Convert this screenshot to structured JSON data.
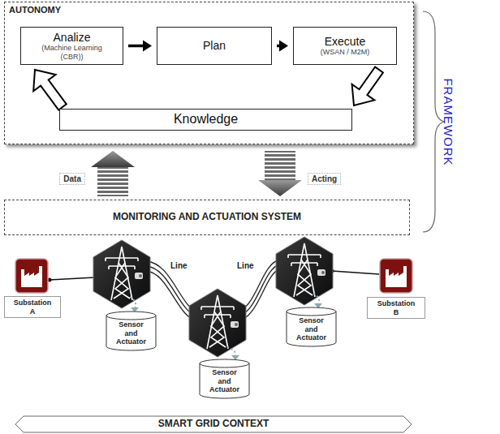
{
  "diagram": {
    "nodes": [
      {
        "text": [
          "AUTONOMY"
        ]
      },
      {
        "text": [
          "Analize",
          "(Machine Learning (CBR))"
        ],
        "in": 0
      },
      {
        "text": [
          "Plan"
        ],
        "in": 0
      },
      {
        "text": [
          "Execute",
          "(WSAN / M2M)"
        ],
        "in": 0
      },
      {
        "text": [
          "Knowledge"
        ],
        "in": 0
      },
      {
        "text": [
          "MONITORING AND ACTUATION SYSTEM"
        ]
      },
      {
        "text": [
          "Substation A"
        ]
      },
      {
        "text": [
          "Sensor and Actuator"
        ]
      },
      {
        "text": [
          "Sensor and Actuator"
        ]
      },
      {
        "text": [
          "Sensor and Actuator"
        ]
      },
      {
        "text": [
          "Substation B"
        ]
      },
      {
        "text": [
          "SMART GRID CONTEXT"
        ]
      }
    ],
    "edges": [
      {
        "from": 1,
        "to": 2,
        "arrow": "to"
      },
      {
        "from": 2,
        "to": 3,
        "arrow": "to"
      },
      {
        "from": 4,
        "to": 1,
        "arrow": "to"
      },
      {
        "from": 3,
        "to": 4,
        "arrow": "to"
      },
      {
        "from": 5,
        "to": 0,
        "label": "Data",
        "arrow": "to"
      },
      {
        "from": 0,
        "to": 5,
        "label": "Acting",
        "arrow": "to"
      }
    ],
    "labels": [
      "Line",
      "Line",
      "FRAMEWORK"
    ]
  }
}
